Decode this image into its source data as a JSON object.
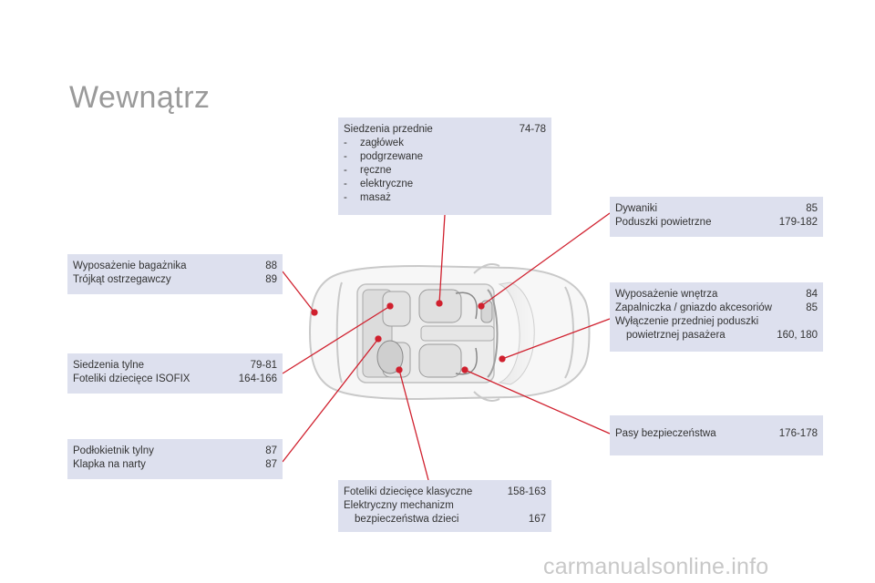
{
  "title": "Wewnątrz",
  "boxes": {
    "front_seats": {
      "heading": "Siedzenia przednie",
      "heading_pages": "74-78",
      "items": [
        "zagłówek",
        "podgrzewane",
        "ręczne",
        "elektryczne",
        "masaż"
      ],
      "dash": "-"
    },
    "mats": {
      "rows": [
        {
          "label": "Dywaniki",
          "pages": "85"
        },
        {
          "label": "Poduszki powietrzne",
          "pages": "179-182"
        }
      ]
    },
    "trunk": {
      "rows": [
        {
          "label": "Wyposażenie bagażnika",
          "pages": "88"
        },
        {
          "label": "Trójkąt ostrzegawczy",
          "pages": "89"
        }
      ]
    },
    "interior": {
      "row1": {
        "label": "Wyposażenie wnętrza",
        "pages": "84"
      },
      "row2": {
        "label": "Zapalniczka / gniazdo akcesoriów",
        "pages": "85"
      },
      "row3": "Wyłączenie przedniej poduszki",
      "row4": {
        "label": "powietrznej pasażera",
        "pages": "160, 180"
      }
    },
    "rear_seats": {
      "rows": [
        {
          "label": "Siedzenia tylne",
          "pages": "79-81"
        },
        {
          "label": "Foteliki dziecięce ISOFIX",
          "pages": "164-166"
        }
      ]
    },
    "belts": {
      "rows": [
        {
          "label": "Pasy bezpieczeństwa",
          "pages": "176-178"
        }
      ]
    },
    "armrest": {
      "rows": [
        {
          "label": "Podłokietnik tylny",
          "pages": "87"
        },
        {
          "label": "Klapka na narty",
          "pages": "87"
        }
      ]
    },
    "child_seats": {
      "row1": {
        "label": "Foteliki dziecięce klasyczne",
        "pages": "158-163"
      },
      "row2": "Elektryczny mechanizm",
      "row3": {
        "label": "bezpieczeństwa dzieci",
        "pages": "167"
      }
    }
  },
  "watermark": "carmanualsonline.info",
  "colors": {
    "box_bg": "#dde0ee",
    "pointer": "#d0202e",
    "title": "#9a9a9a"
  }
}
